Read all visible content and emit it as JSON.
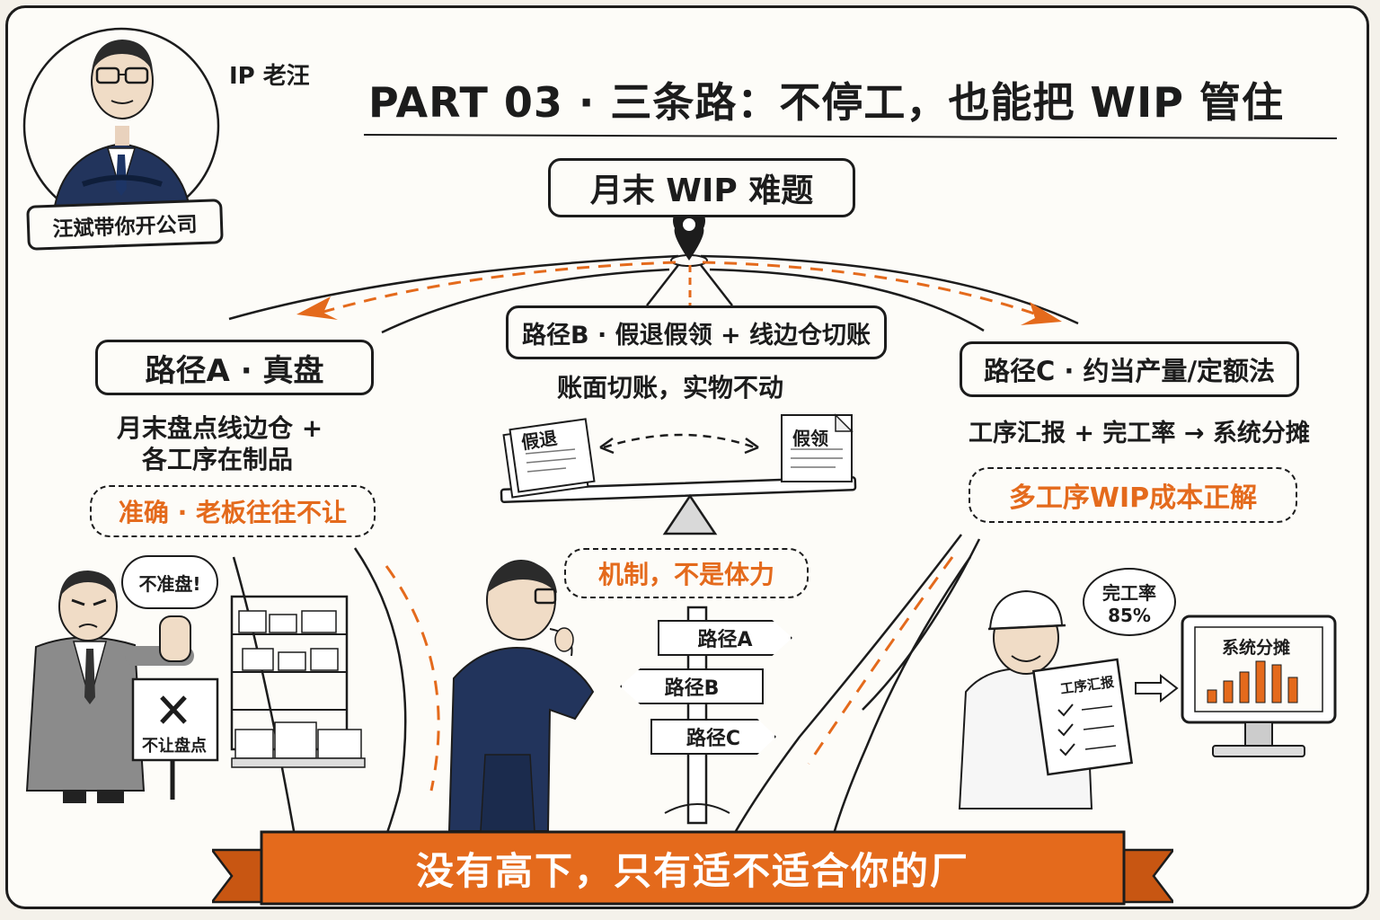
{
  "author": {
    "ip_label": "IP 老汪",
    "name_tag": "汪斌带你开公司"
  },
  "title": "PART 03 · 三条路：不停工，也能把 WIP 管住",
  "center_problem": "月末 WIP 难题",
  "path_a": {
    "title": "路径A · 真盘",
    "desc_line1": "月末盘点线边仓 +",
    "desc_line2": "各工序在制品",
    "tag": "准确 · 老板往往不让",
    "speech": "不准盘!",
    "sign": "不让盘点"
  },
  "path_b": {
    "title": "路径B · 假退假领 + 线边仓切账",
    "desc": "账面切账，实物不动",
    "doc_left": "假退",
    "doc_right": "假领",
    "tag": "机制，不是体力"
  },
  "path_c": {
    "title": "路径C · 约当产量/定额法",
    "desc": "工序汇报 + 完工率 → 系统分摊",
    "tag": "多工序WIP成本正解",
    "bubble_line1": "完工率",
    "bubble_line2": "85%",
    "report_label": "工序汇报",
    "monitor_label": "系统分摊"
  },
  "signpost": {
    "a": "路径A",
    "b": "路径B",
    "c": "路径C"
  },
  "banner": "没有高下，只有适不适合你的厂",
  "colors": {
    "accent": "#e46a1c",
    "ink": "#1c1c1c",
    "paper": "#fdfcf8"
  }
}
